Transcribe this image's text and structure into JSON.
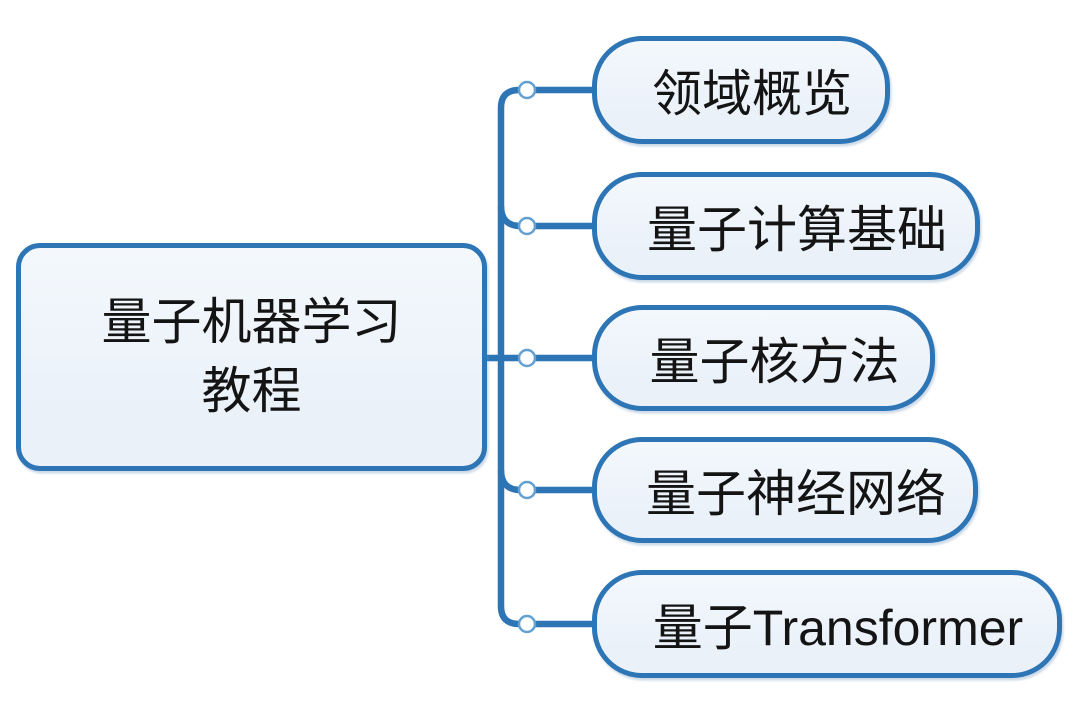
{
  "diagram": {
    "type": "mindmap",
    "root": {
      "label": "量子机器学习教程",
      "line1": "量子机器学习",
      "line2": "教程"
    },
    "children": [
      {
        "label": "领域概览"
      },
      {
        "label": "量子计算基础"
      },
      {
        "label": "量子核方法"
      },
      {
        "label": "量子神经网络"
      },
      {
        "label": "量子Transformer"
      }
    ],
    "colors": {
      "background": "#FFFFFF",
      "node_fill": "#EAF1F9",
      "node_border": "#2E75B6",
      "connector": "#2E75B6",
      "junction_fill": "#FFFFFF",
      "junction_stroke": "#64A0D2",
      "text": "#141414"
    }
  }
}
